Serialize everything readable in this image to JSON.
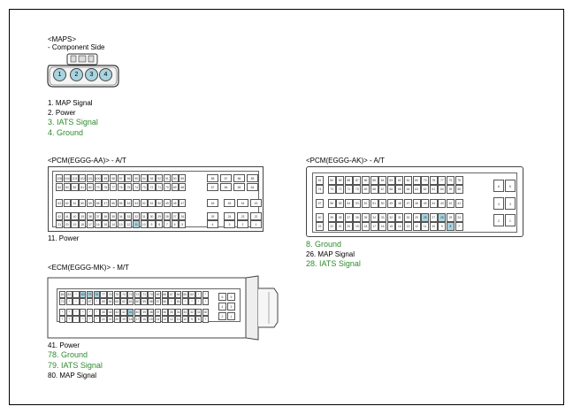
{
  "maps": {
    "title": "<MAPS>",
    "subtitle": "- Component Side",
    "pins": [
      "1",
      "2",
      "3",
      "4"
    ],
    "legend": [
      {
        "text": "1. MAP Signal",
        "color": "#000000"
      },
      {
        "text": "2. Power",
        "color": "#000000"
      },
      {
        "text": "3. IATS Signal",
        "color": "#2e8b2e"
      },
      {
        "text": "4. Ground",
        "color": "#2e8b2e"
      }
    ]
  },
  "pcm_aa": {
    "title": "<PCM(EGGG-AA)> - A/T",
    "rows": [
      [
        "108",
        "104",
        "103",
        "102",
        "101",
        "100",
        "99",
        "98",
        "97",
        "96",
        "95",
        "94",
        "93",
        "92",
        "91",
        "90",
        "89"
      ],
      [
        "84",
        "83",
        "82",
        "81",
        "80",
        "79",
        "78",
        "77",
        "76",
        "75",
        "74",
        "73",
        "72",
        "71",
        "70",
        "69",
        "68"
      ],
      [
        "63",
        "62",
        "61",
        "60",
        "59",
        "58",
        "57",
        "56",
        "55",
        "54",
        "53",
        "52",
        "51",
        "50",
        "49",
        "48",
        "47"
      ],
      [
        "42",
        "41",
        "40",
        "39",
        "38",
        "37",
        "36",
        "35",
        "34",
        "33",
        "32",
        "31",
        "30",
        "29",
        "28",
        "27",
        "26"
      ],
      [
        "21",
        "20",
        "19",
        "18",
        "17",
        "16",
        "15",
        "14",
        "13",
        "12",
        "11",
        "10",
        "9",
        "8",
        "7",
        "6",
        "5"
      ]
    ],
    "side_pins": [
      [
        "88",
        "87",
        "86",
        "85"
      ],
      [
        "67",
        "66",
        "65",
        "64"
      ],
      [
        "46",
        "",
        "45",
        "44",
        "43"
      ],
      [
        "25",
        "",
        "24",
        "23",
        "22"
      ],
      [
        "4",
        "",
        "3",
        "2",
        "1"
      ]
    ],
    "highlight": [
      "11"
    ],
    "legend": [
      {
        "text": "11. Power",
        "color": "#000000"
      }
    ]
  },
  "pcm_ak": {
    "title": "<PCM(EGGG-AK)> - A/T",
    "rows": [
      [
        "81",
        "",
        "80",
        "89",
        "88",
        "87",
        "86",
        "85",
        "84",
        "83",
        "82",
        "81",
        "80",
        "79",
        "78",
        "77",
        "76",
        "75"
      ],
      [
        "74",
        "",
        "73",
        "72",
        "71",
        "70",
        "69",
        "68",
        "67",
        "66",
        "65",
        "64",
        "63",
        "62",
        "61",
        "60",
        "59",
        "58"
      ],
      [
        "57",
        "",
        "56",
        "55",
        "54",
        "53",
        "52",
        "51",
        "50",
        "49",
        "48",
        "47",
        "46",
        "45",
        "44",
        "43",
        "42",
        "41"
      ],
      [
        "40",
        "",
        "39",
        "38",
        "37",
        "36",
        "35",
        "34",
        "33",
        "32",
        "31",
        "30",
        "29",
        "28",
        "27",
        "26",
        "25",
        "24"
      ],
      [
        "23",
        "",
        "22",
        "21",
        "20",
        "19",
        "18",
        "17",
        "16",
        "15",
        "14",
        "13",
        "12",
        "11",
        "10",
        "9",
        "8",
        "7"
      ]
    ],
    "side_pins": [
      [
        "6",
        "5"
      ],
      [
        "4",
        "3"
      ],
      [
        "2",
        "1"
      ]
    ],
    "highlight": [
      "28",
      "26",
      "8"
    ],
    "legend": [
      {
        "text": "8. Ground",
        "color": "#2e8b2e"
      },
      {
        "text": "26. MAP Signal",
        "color": "#000000"
      },
      {
        "text": "28. IATS Signal",
        "color": "#2e8b2e"
      }
    ]
  },
  "ecm_mk": {
    "title": "<ECM(EGGG-MK)> - M/T",
    "rows": [
      [
        "84",
        "83",
        "*",
        "80",
        "79",
        "78",
        "77",
        "76",
        "75",
        "74",
        "73",
        "72",
        "71",
        "70",
        "69",
        "68",
        "67",
        "66",
        "65",
        "64",
        "*",
        "*"
      ],
      [
        "72",
        "*",
        "*",
        "*",
        "67",
        "*",
        "65",
        "64",
        "63",
        "62",
        "61",
        "60",
        "59",
        "58",
        "57",
        "56",
        "*",
        "54",
        "*",
        "*",
        "*",
        "*"
      ],
      [
        "*",
        "*",
        "*",
        "*",
        "*",
        "*",
        "45",
        "44",
        "43",
        "42",
        "41",
        "40",
        "39",
        "38",
        "37",
        "36",
        "35",
        "34",
        "33",
        "32",
        "31",
        "30"
      ],
      [
        "*",
        "*",
        "*",
        "*",
        "*",
        "*",
        "22",
        "21",
        "20",
        "19",
        "18",
        "17",
        "16",
        "15",
        "14",
        "13",
        "12",
        "11",
        "10",
        "9",
        "8",
        "7"
      ]
    ],
    "side_pins": [
      [
        "6",
        "5"
      ],
      [
        "4",
        "3"
      ],
      [
        "2",
        "1"
      ]
    ],
    "highlight": [
      "80",
      "79",
      "78",
      "41"
    ],
    "legend": [
      {
        "text": "41. Power",
        "color": "#000000"
      },
      {
        "text": "78. Ground",
        "color": "#2e8b2e"
      },
      {
        "text": "79. IATS Signal",
        "color": "#2e8b2e"
      },
      {
        "text": "80. MAP Signal",
        "color": "#000000"
      }
    ]
  }
}
